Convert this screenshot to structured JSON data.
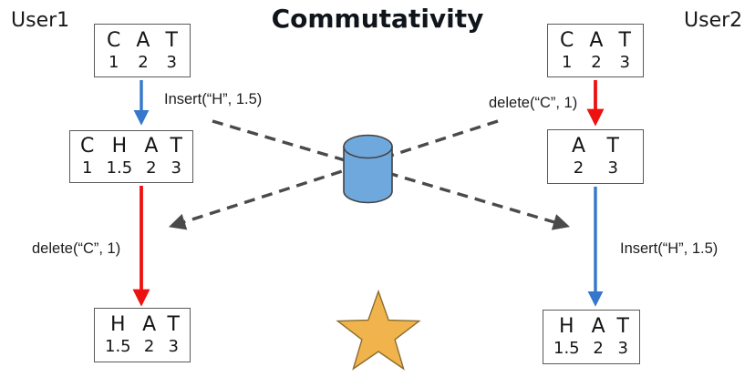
{
  "title": "Commutativity",
  "users": {
    "user1": "User1",
    "user2": "User2"
  },
  "boxes": {
    "u1_top": {
      "letters": [
        "C",
        "A",
        "T"
      ],
      "indices": [
        "1",
        "2",
        "3"
      ]
    },
    "u1_mid": {
      "letters": [
        "C",
        "H",
        "A",
        "T"
      ],
      "indices": [
        "1",
        "1.5",
        "2",
        "3"
      ]
    },
    "u1_bottom": {
      "letters": [
        "H",
        "A",
        "T"
      ],
      "indices": [
        "1.5",
        "2",
        "3"
      ]
    },
    "u2_top": {
      "letters": [
        "C",
        "A",
        "T"
      ],
      "indices": [
        "1",
        "2",
        "3"
      ]
    },
    "u2_mid": {
      "letters": [
        "A",
        "T"
      ],
      "indices": [
        "2",
        "3"
      ]
    },
    "u2_bottom": {
      "letters": [
        "H",
        "A",
        "T"
      ],
      "indices": [
        "1.5",
        "2",
        "3"
      ]
    }
  },
  "operations": {
    "user1_insert": "Insert(“H”, 1.5)",
    "user1_delete": "delete(“C”, 1)",
    "user2_delete": "delete(“C”, 1)",
    "user2_insert": "Insert(“H”, 1.5)"
  },
  "icons": {
    "database": "database-cylinder-icon",
    "star": "star-icon"
  },
  "colors": {
    "insert_arrow_blue": "#3577cc",
    "delete_arrow_red": "#ee1111",
    "sync_dash_gray": "#4a4a4a",
    "database_fill": "#6fa8dc",
    "database_stroke": "#434343",
    "star_fill": "#f1b44c",
    "star_stroke": "#8a6d2f"
  }
}
